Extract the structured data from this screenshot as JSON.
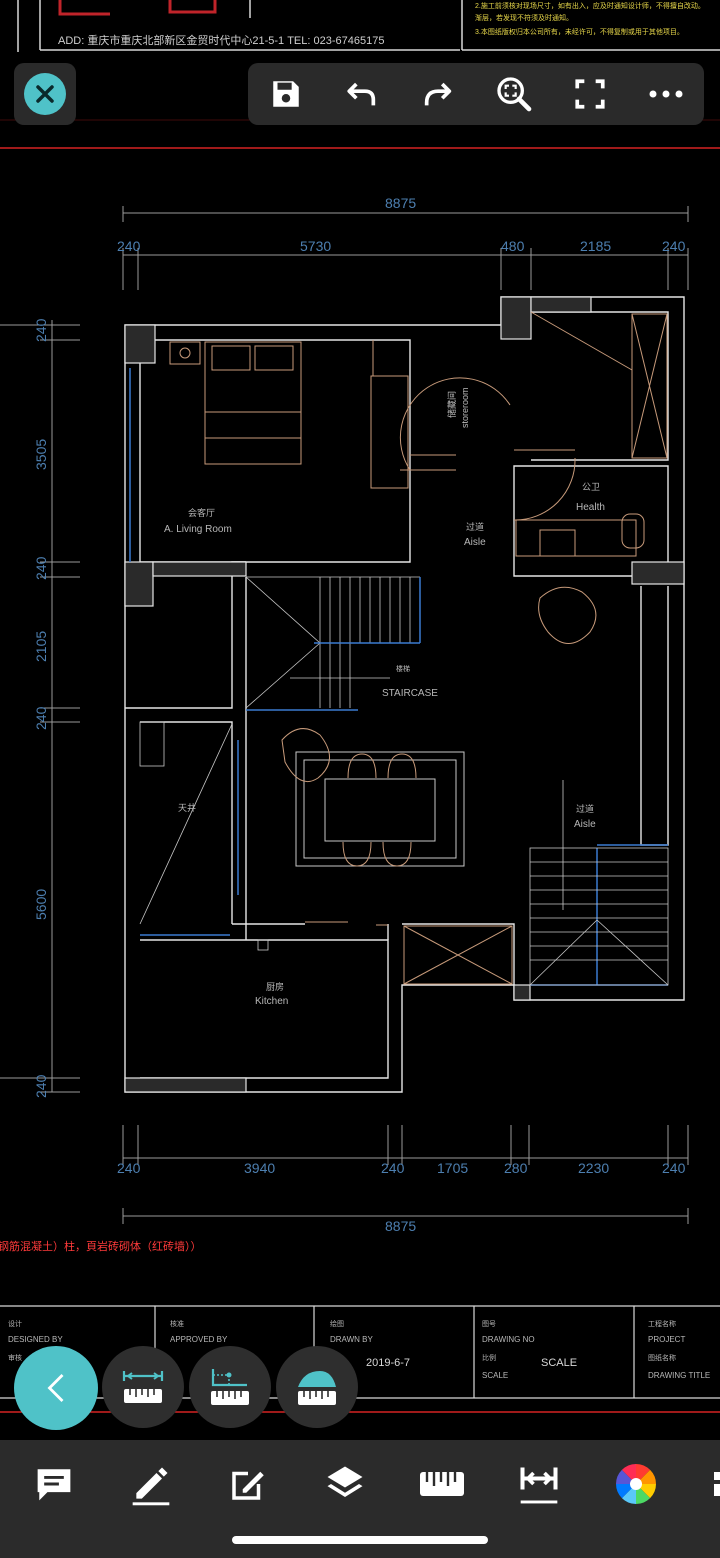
{
  "drawing": {
    "address": "ADD: 重庆市重庆北部新区金贸时代中心21-5-1 TEL: 023-67465175",
    "notes": [
      "2.施工前须核对现场尺寸，如有出入，应及时通知设计师，不得擅自改动。",
      "渐层，若发现不符须及时通知。",
      "3.本图纸版权归本公司所有，未经许可，不得复制或用于其他项目。"
    ],
    "overall_width": "8875",
    "top_dims": [
      "240",
      "5730",
      "480",
      "2185",
      "240"
    ],
    "bottom_dims": [
      "240",
      "3940",
      "240",
      "1705",
      "280",
      "2230",
      "240"
    ],
    "left_dims": [
      "240",
      "3505",
      "240",
      "2105",
      "240",
      "5600",
      "240"
    ],
    "rooms": {
      "living_cn": "会客厅",
      "living_en": "A. Living Room",
      "storeroom_cn": "储藏间",
      "storeroom_en": "storeroom",
      "aisle1_cn": "过道",
      "aisle1_en": "Aisle",
      "health_cn": "公卫",
      "health_en": "Health",
      "staircase_cn": "楼梯",
      "staircase_en": "STAIRCASE",
      "aisle2_cn": "过道",
      "aisle2_en": "Aisle",
      "patio_cn": "天井",
      "kitchen_cn": "厨房",
      "kitchen_en": "Kitchen"
    },
    "red_note": "钢筋混凝土）柱，頁岩砖砌体（红砖墙））",
    "title_block": {
      "designed_cn": "设计",
      "designed_en": "DESIGNED BY",
      "check_cn": "审核",
      "approved_cn": "核准",
      "approved_en": "APPROVED  BY",
      "drawn_cn": "绘图",
      "drawn_en": "DRAWN BY",
      "date": "2019-6-7",
      "drawing_no_cn": "图号",
      "drawing_no_en": "DRAWING NO",
      "scale_cn": "比例",
      "scale_en": "SCALE",
      "scale_val": "SCALE",
      "project_cn": "工程名称",
      "project_en": "PROJECT",
      "title_cn": "图纸名称",
      "title_en": "DRAWING TITLE"
    }
  },
  "toolbar": {
    "icons": [
      "close-icon",
      "save-icon",
      "undo-icon",
      "redo-icon",
      "zoom-fit-icon",
      "fullscreen-icon",
      "more-icon"
    ]
  },
  "measure_tools": [
    "back-icon",
    "linear-measure-icon",
    "coordinate-measure-icon",
    "area-measure-icon"
  ],
  "bottom_tools": [
    "comment-icon",
    "pen-icon",
    "edit-icon",
    "layers-icon",
    "ruler-icon",
    "dimension-icon",
    "color-wheel-icon",
    "more-tool-icon"
  ],
  "colors": {
    "accent": "#4fc2c8",
    "panel": "#2a2a2a",
    "cad_blue": "#4d7fb0",
    "cad_red": "#ff2b2b",
    "cad_white": "#e6e6e6"
  }
}
